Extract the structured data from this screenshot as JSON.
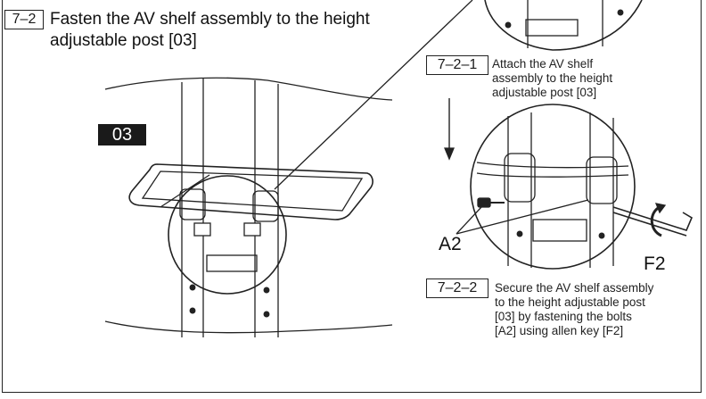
{
  "step_main": {
    "num": "7–2",
    "title": "Fasten the AV shelf assembly to the height\nadjustable post [03]"
  },
  "part_tag": "03",
  "substep_1": {
    "num": "7–2–1",
    "text": "Attach the AV shelf\nassembly to the height\nadjustable post [03]"
  },
  "substep_2": {
    "num": "7–2–2",
    "text": "Secure the AV shelf assembly\nto the height adjustable post\n[03] by fastening the bolts\n[A2] using allen key [F2]"
  },
  "labels": {
    "bolt": "A2",
    "key": "F2"
  }
}
